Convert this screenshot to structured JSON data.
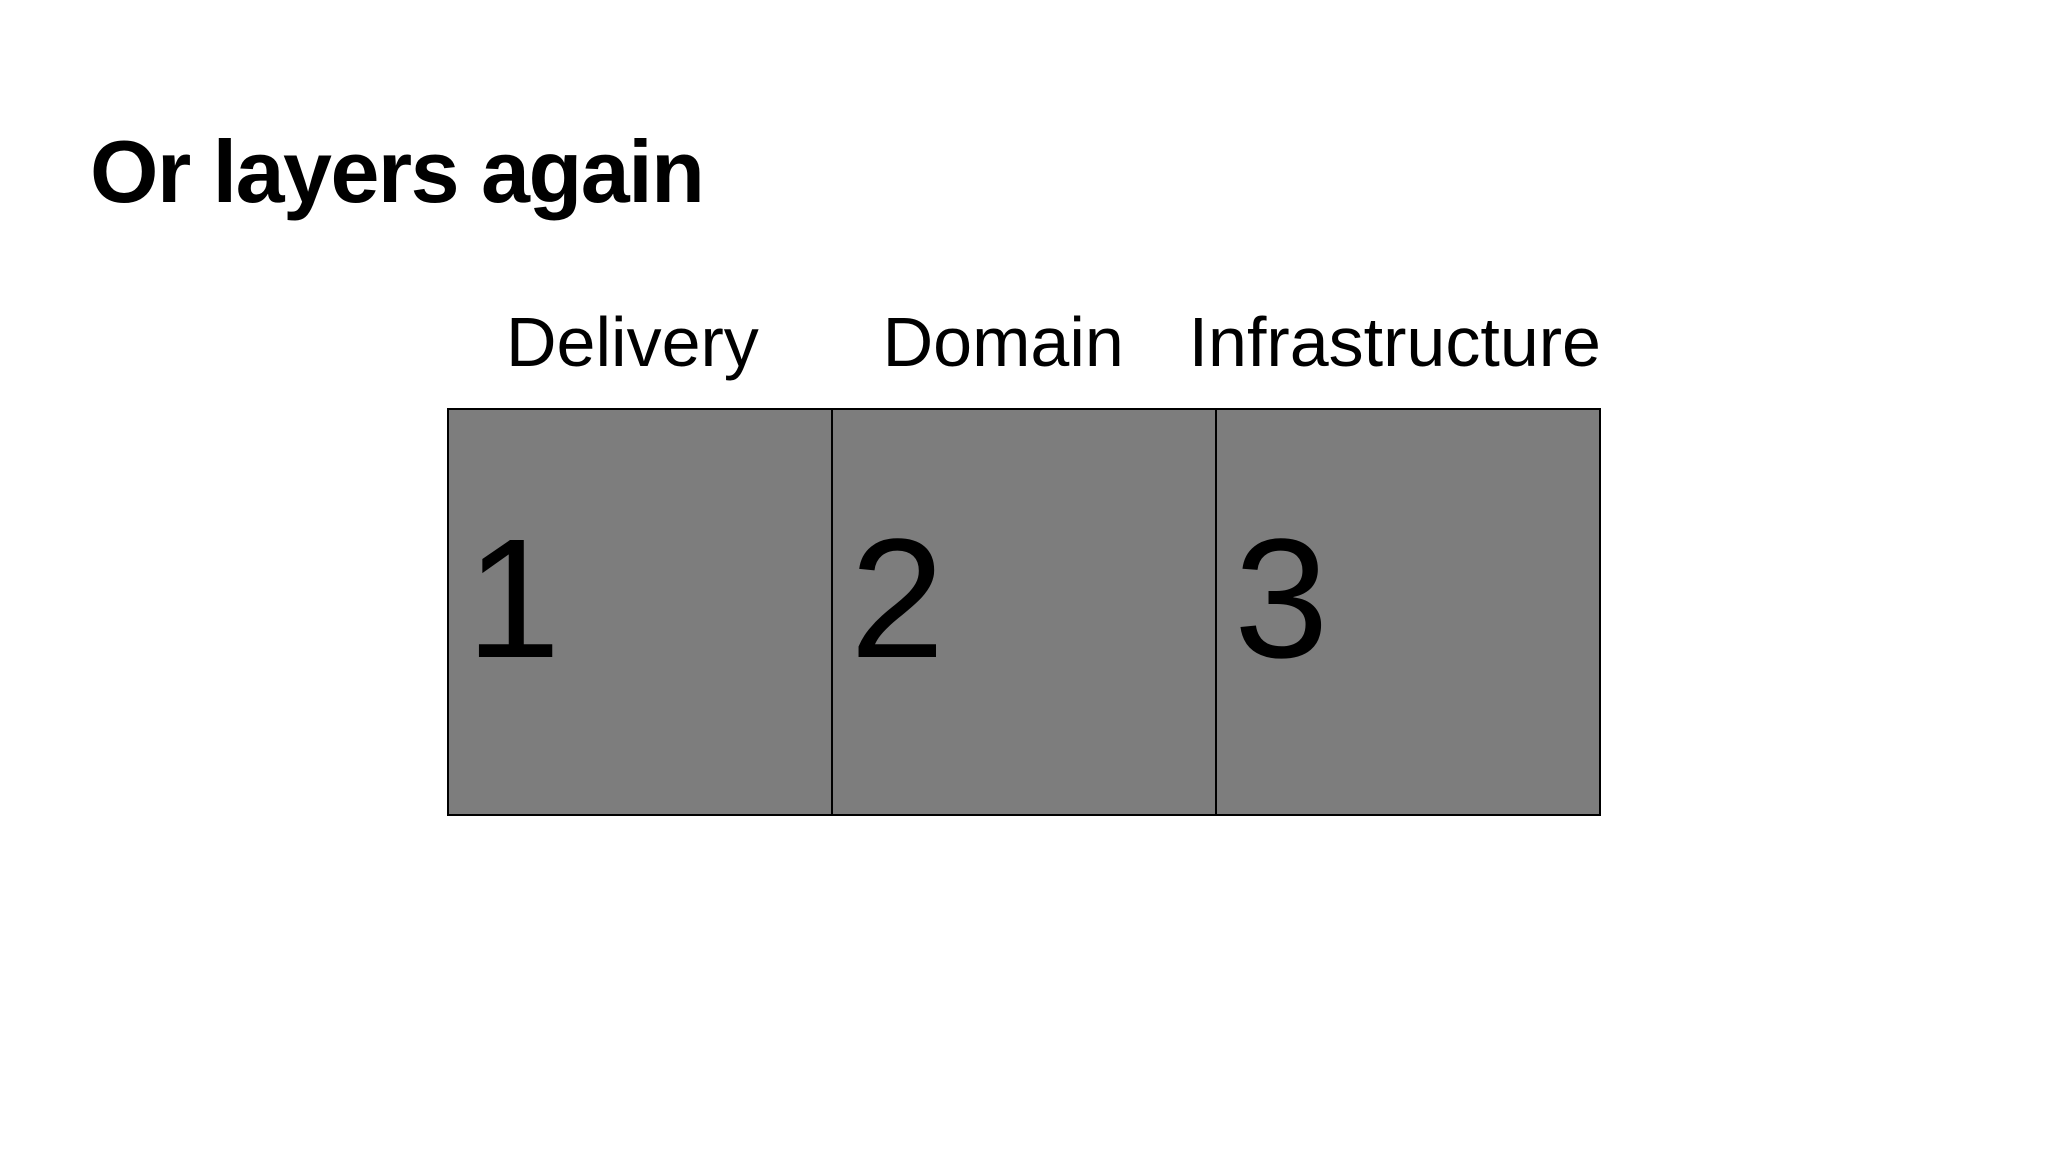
{
  "slide": {
    "title": "Or layers again",
    "layers": [
      {
        "label": "Delivery",
        "number": "1"
      },
      {
        "label": "Domain",
        "number": "2"
      },
      {
        "label": "Infrastructure",
        "number": "3"
      }
    ],
    "colors": {
      "background": "#ffffff",
      "box_fill": "#7d7d7d",
      "box_border": "#000000",
      "text": "#000000"
    }
  }
}
